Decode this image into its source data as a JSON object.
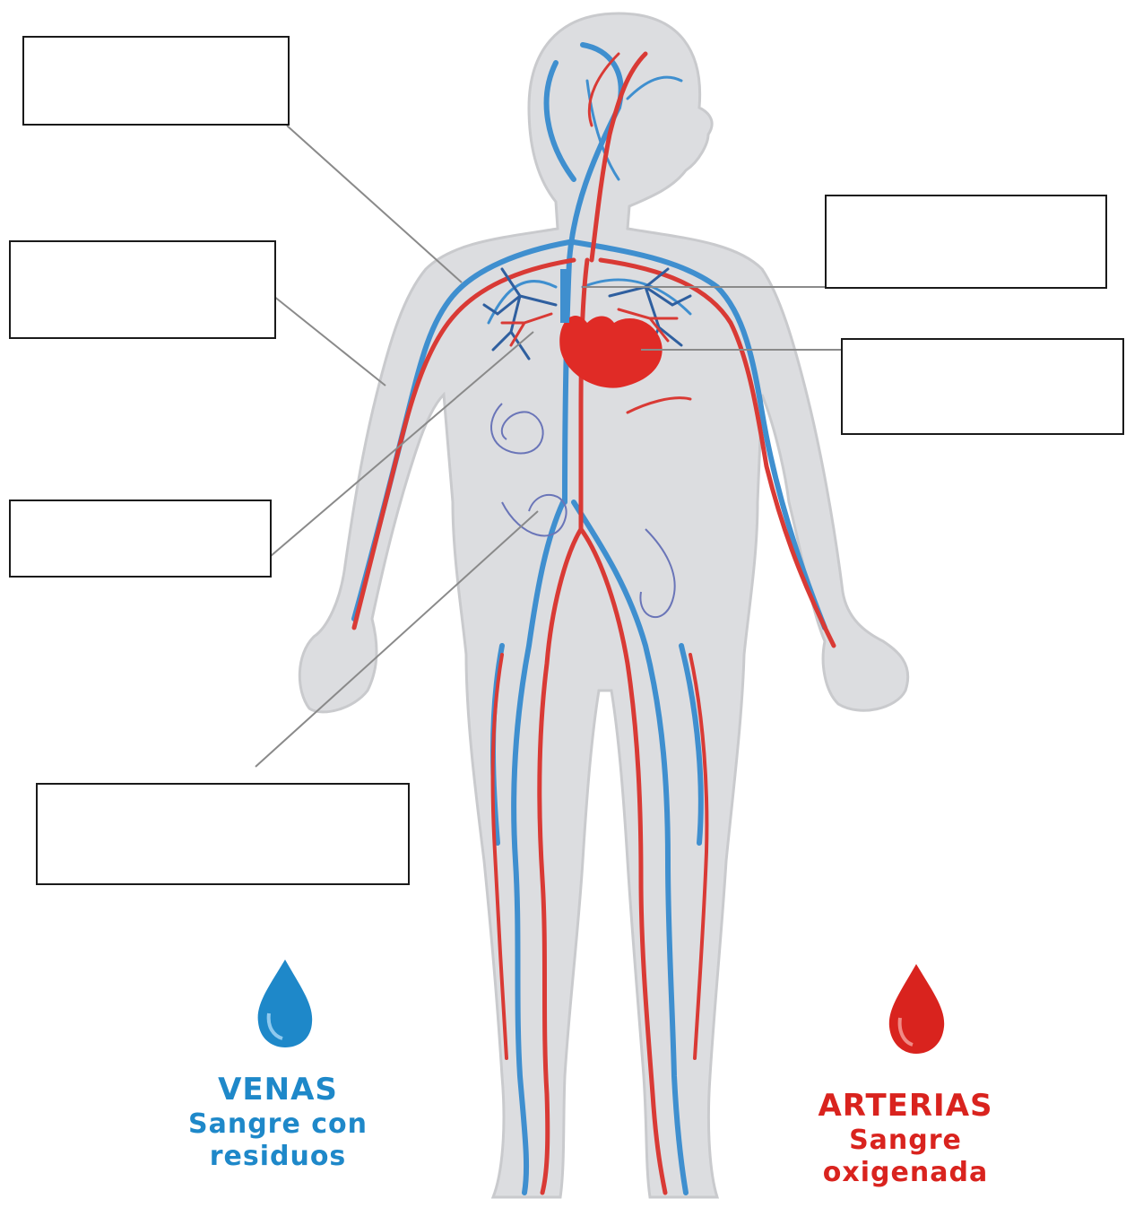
{
  "legend": {
    "veins": {
      "title": "VENAS",
      "line1": "Sangre con",
      "line2": "residuos",
      "color": "#1e88c9"
    },
    "arteries": {
      "title": "ARTERIAS",
      "line1": "Sangre",
      "line2": "oxigenada",
      "color": "#d9231e"
    }
  },
  "colors": {
    "vein": "#3f8fcf",
    "artery": "#d93a35",
    "body": "#dcdde0",
    "heart": "#e02b26"
  },
  "label_boxes": [
    {
      "id": "top-left",
      "text": ""
    },
    {
      "id": "upper-left",
      "text": ""
    },
    {
      "id": "mid-left",
      "text": ""
    },
    {
      "id": "bottom-left",
      "text": ""
    },
    {
      "id": "upper-right",
      "text": ""
    },
    {
      "id": "mid-right",
      "text": ""
    }
  ]
}
